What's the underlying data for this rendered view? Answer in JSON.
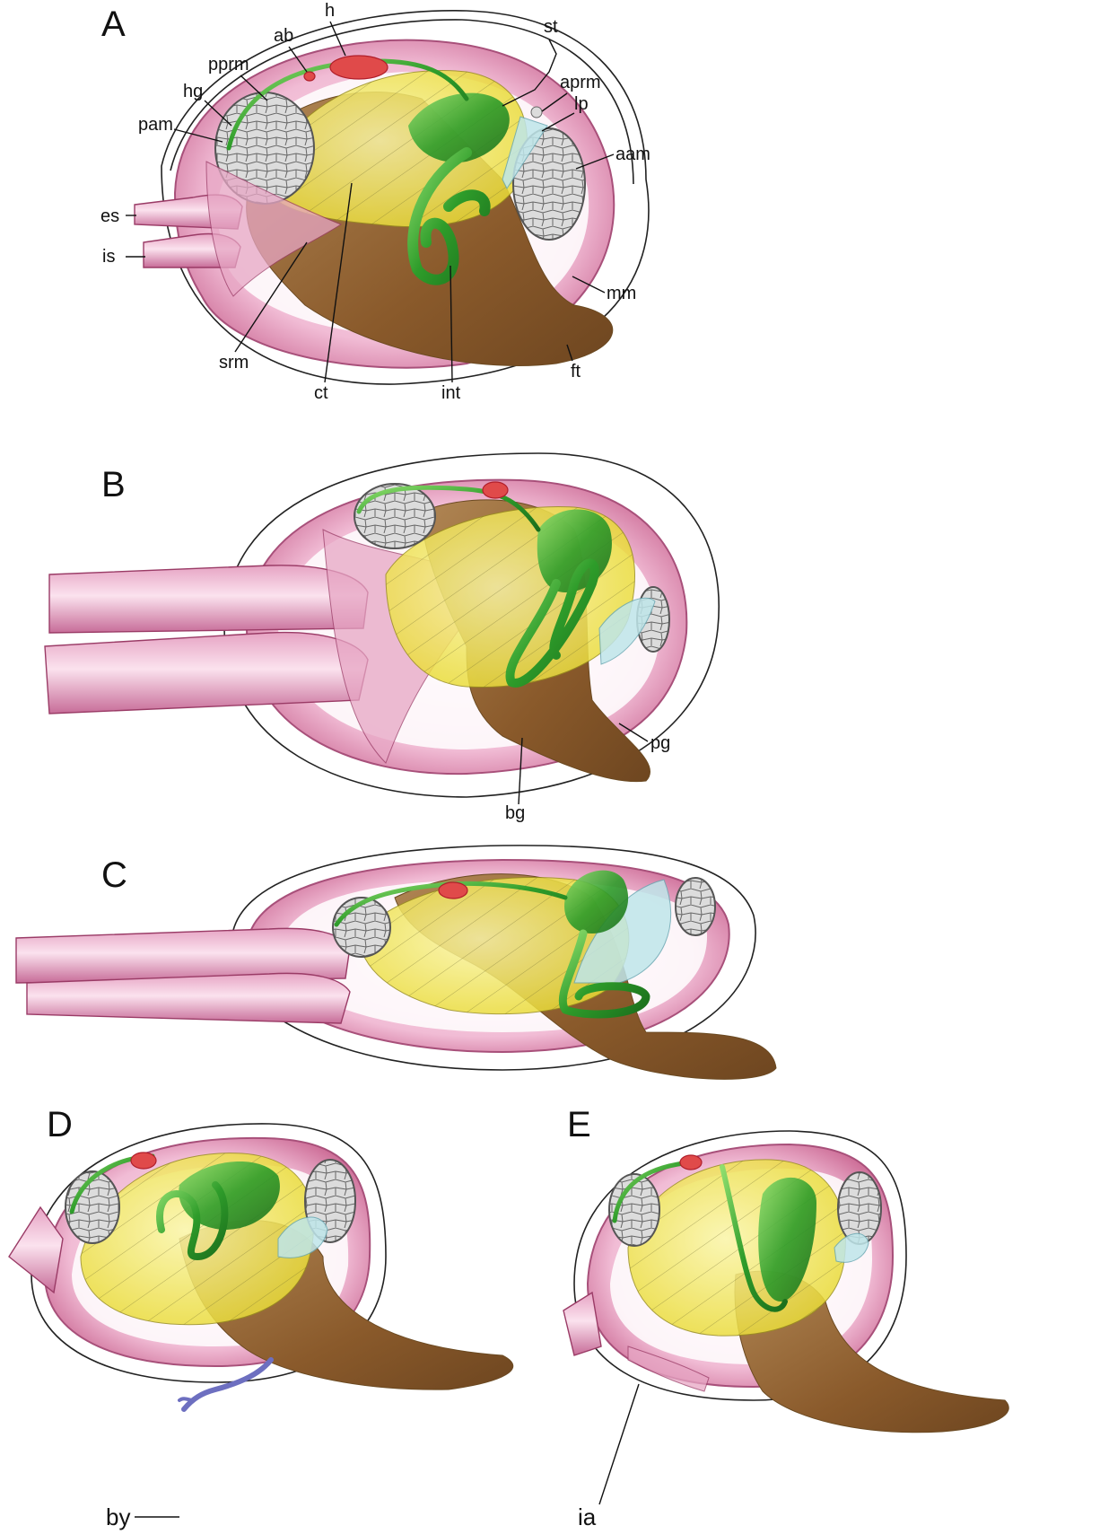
{
  "figure": {
    "panels": {
      "A": {
        "letter": "A",
        "labels": {
          "h": "h",
          "ab": "ab",
          "pprm": "pprm",
          "hg": "hg",
          "pam": "pam",
          "st": "st",
          "aprm": "aprm",
          "lp": "lp",
          "aam": "aam",
          "es": "es",
          "is": "is",
          "mm": "mm",
          "srm": "srm",
          "ct": "ct",
          "int": "int",
          "ft": "ft"
        }
      },
      "B": {
        "letter": "B",
        "labels": {
          "pg": "pg",
          "bg": "bg"
        }
      },
      "C": {
        "letter": "C"
      },
      "D": {
        "letter": "D",
        "labels": {
          "by": "by"
        }
      },
      "E": {
        "letter": "E",
        "labels": {
          "ia": "ia"
        }
      }
    },
    "colors": {
      "mantle": "#d982ad",
      "foot": "#8a5a2b",
      "visceral_mass": "#f2ec4a",
      "gut": "#2e9c2a",
      "heart": "#e04a4a",
      "labial_palp": "#bfe6ea",
      "adductor_muscle": "#d9d9d9",
      "byssus": "#6d6fc0"
    }
  }
}
